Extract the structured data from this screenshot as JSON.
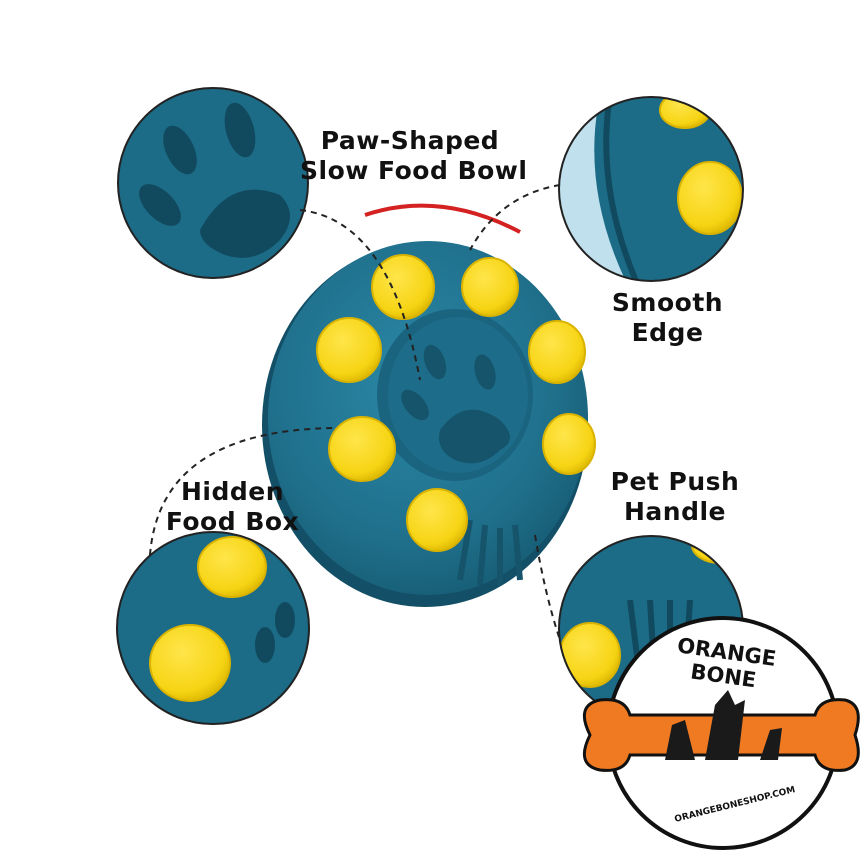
{
  "labels": {
    "paw_bowl": {
      "line1": "Paw-Shaped",
      "line2": "Slow Food Bowl"
    },
    "smooth_edge": {
      "line1": "Smooth",
      "line2": "Edge"
    },
    "hidden_box": {
      "line1": "Hidden",
      "line2": "Food Box"
    },
    "push_handle": {
      "line1": "Pet Push",
      "line2": "Handle"
    }
  },
  "logo": {
    "brand": "ORANGE BONE",
    "url": "ORANGEBONESHOP.COM"
  },
  "colors": {
    "bowl_teal": "#1f6f8b",
    "bowl_dark": "#155a72",
    "bowl_light": "#2b86a3",
    "lid_yellow": "#f6d414",
    "lid_shadow": "#e0b800",
    "bone_orange": "#f07a22",
    "accent_red": "#d42121"
  }
}
